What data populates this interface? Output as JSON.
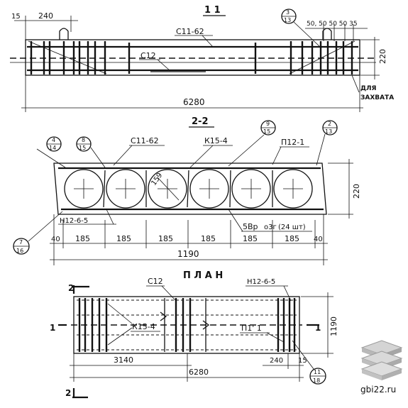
{
  "section_1": {
    "title": "1 1",
    "dim_15": "15",
    "dim_240": "240",
    "frame_label": "С11-62",
    "mesh_label": "С12",
    "marker": {
      "top": "3",
      "bottom": "13"
    },
    "right_dims": "50, 50 50 50 35",
    "total_length": "6280",
    "height": "220",
    "grip_note_1": "ДЛЯ",
    "grip_note_2": "ЗАХВАТА"
  },
  "section_2": {
    "title": "2-2",
    "frame_label": "С11-62",
    "frame_k": "К15-4",
    "frame_p": "П12-1",
    "mesh_h": "Н12-6-5",
    "hole_diameter": "159",
    "height": "220",
    "note_1": "5Вр",
    "note_2": "о3г",
    "note_3": "(24 шт)",
    "markers": [
      {
        "top": "4",
        "bottom": "14"
      },
      {
        "top": "8",
        "bottom": "15"
      },
      {
        "top": "9",
        "bottom": "15"
      },
      {
        "top": "2",
        "bottom": "13"
      },
      {
        "top": "7",
        "bottom": "16"
      }
    ],
    "spacings": [
      "40",
      "185",
      "185",
      "185",
      "185",
      "185",
      "185",
      "40"
    ],
    "total_width": "1190"
  },
  "plan": {
    "title": "П Л А Н",
    "mesh_label": "С12",
    "mesh_h": "Н12-6-5",
    "frame_k": "К15-4",
    "frame_p": "П1' 1",
    "width": "1190",
    "dim_3140": "3140",
    "dim_6280": "6280",
    "dim_240": "240",
    "dim_15": "15",
    "cut_1": "1",
    "cut_2": "2",
    "marker": {
      "top": "11",
      "bottom": "18"
    }
  },
  "watermark": "gbi22.ru"
}
